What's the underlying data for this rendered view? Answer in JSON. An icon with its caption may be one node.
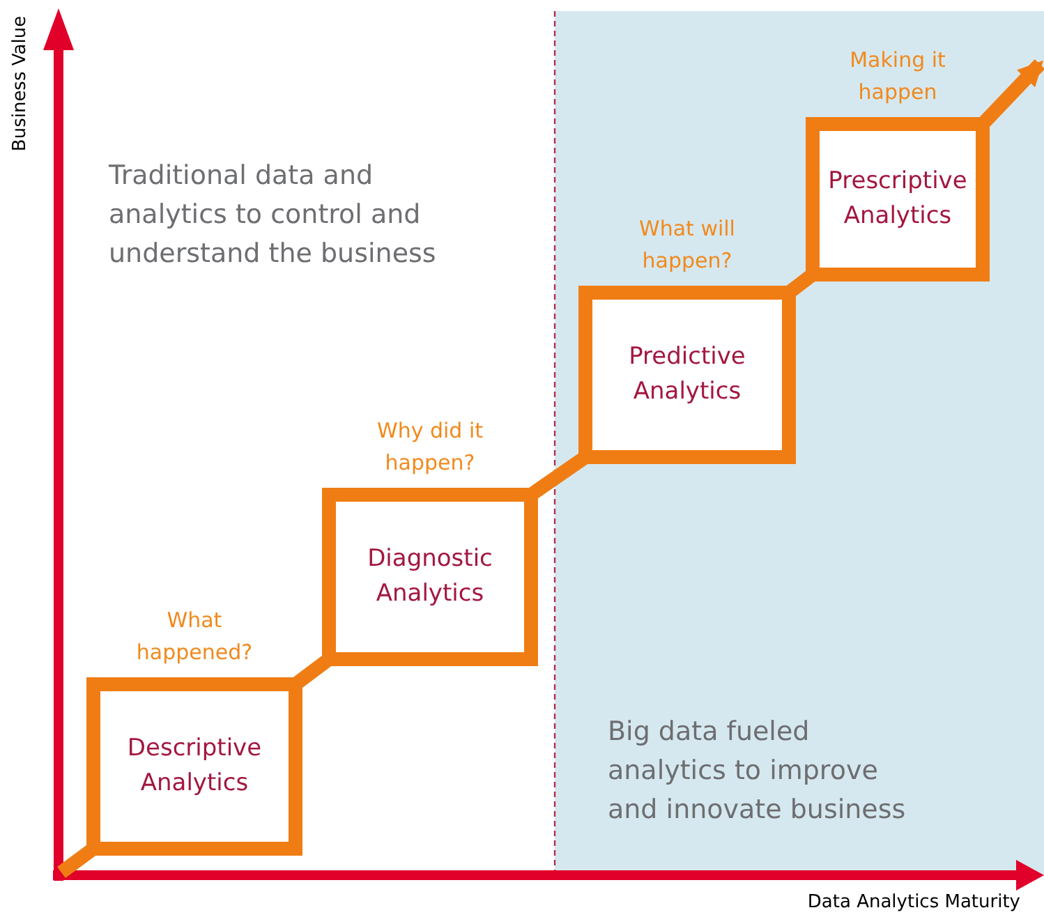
{
  "diagram": {
    "nodes": [
      {
        "text": [
          "Descriptive Analytics"
        ],
        "beside": [
          "What happened?"
        ]
      },
      {
        "text": [
          "Diagnostic Analytics"
        ],
        "beside": [
          "Why did it happen?"
        ]
      },
      {
        "text": [
          "Predictive Analytics"
        ],
        "beside": [
          "What will happen?"
        ]
      },
      {
        "text": [
          "Prescriptive Analytics"
        ],
        "beside": [
          "Making it happen"
        ]
      }
    ],
    "edges": [
      {
        "from": null,
        "to": 0,
        "arrow": "none"
      },
      {
        "from": 0,
        "to": 1,
        "arrow": "none"
      },
      {
        "from": 1,
        "to": 2,
        "arrow": "none"
      },
      {
        "from": 2,
        "to": 3,
        "arrow": "none"
      },
      {
        "from": 3,
        "to": null,
        "arrow": "to"
      }
    ],
    "labels": [
      "Business Value",
      "Traditional data and analytics to control and understand the business",
      "Big data fueled analytics to improve and innovate business",
      "Data Analytics Maturity"
    ]
  }
}
